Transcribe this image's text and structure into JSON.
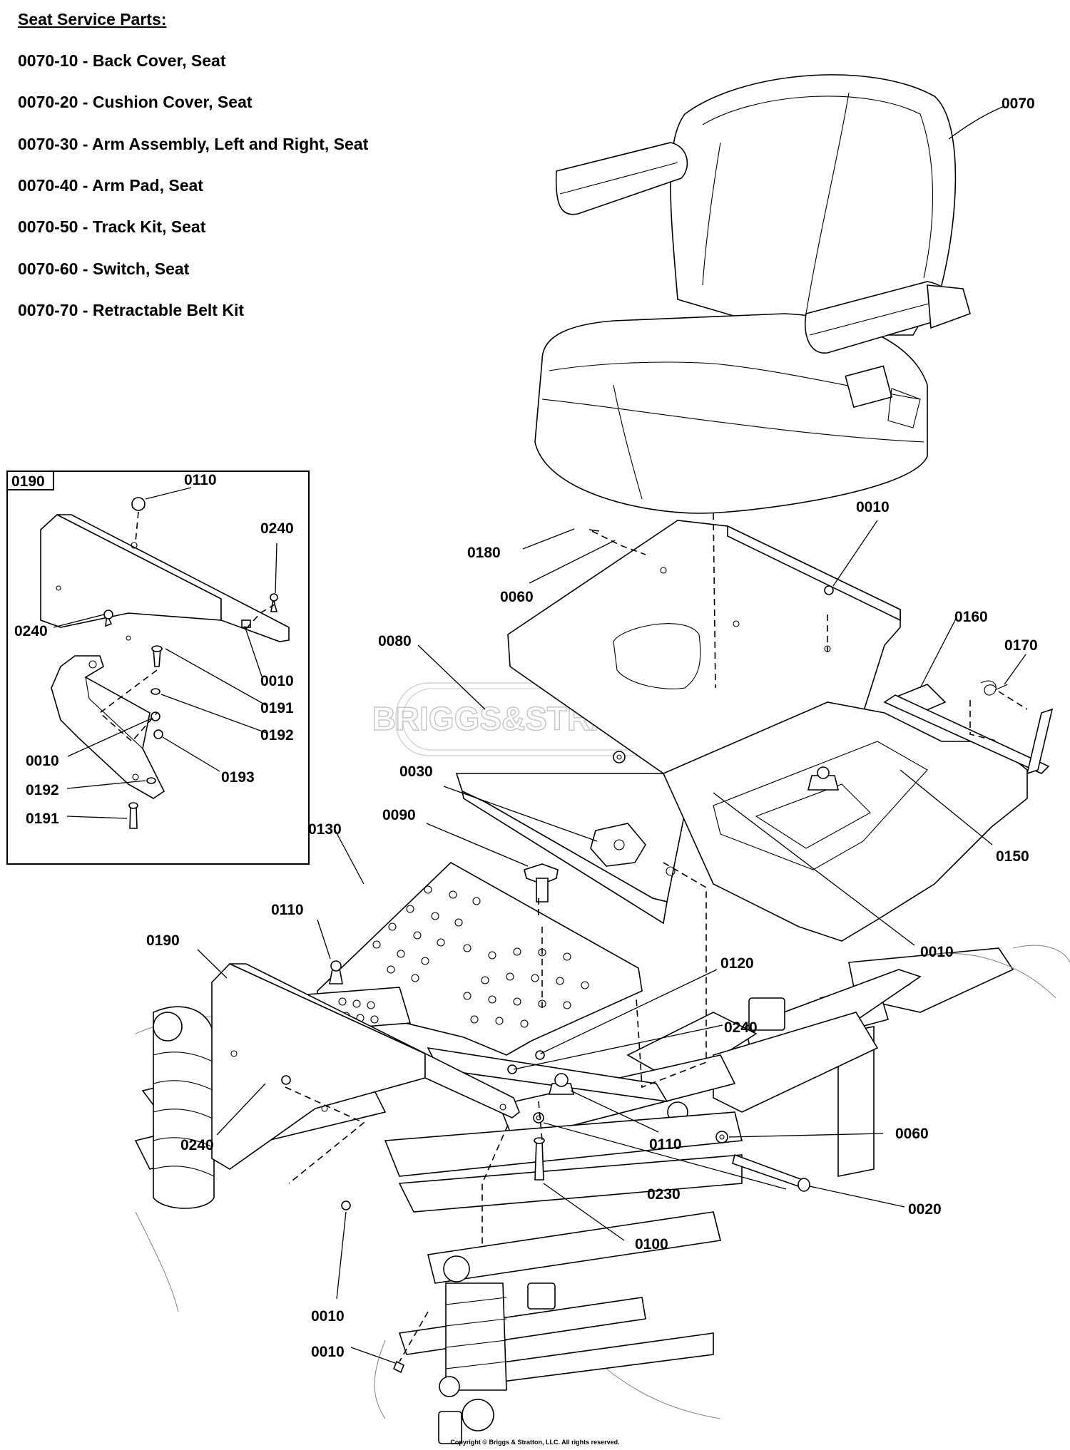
{
  "service_parts": {
    "heading": "Seat Service Parts:",
    "items": [
      "0070-10 - Back Cover, Seat",
      "0070-20 - Cushion Cover, Seat",
      "0070-30 - Arm Assembly, Left and Right, Seat",
      "0070-40 - Arm Pad, Seat",
      "0070-50 - Track Kit, Seat",
      "0070-60 - Switch, Seat",
      "0070-70 - Retractable Belt Kit"
    ]
  },
  "inset": {
    "title": "0190",
    "labels": [
      "0110",
      "0240",
      "0240",
      "0010",
      "0191",
      "0192",
      "0010",
      "0193",
      "0192",
      "0191"
    ]
  },
  "callouts": [
    "0070",
    "0010",
    "0180",
    "0060",
    "0160",
    "0170",
    "0080",
    "0030",
    "0090",
    "0150",
    "0130",
    "0110",
    "0010",
    "0190",
    "0120",
    "0240",
    "0110",
    "0060",
    "0230",
    "0020",
    "0240",
    "0100",
    "0010",
    "0010"
  ],
  "watermark": "BRIGGS&STRATTON",
  "copyright": "Copyright © Briggs & Stratton, LLC. All rights reserved."
}
